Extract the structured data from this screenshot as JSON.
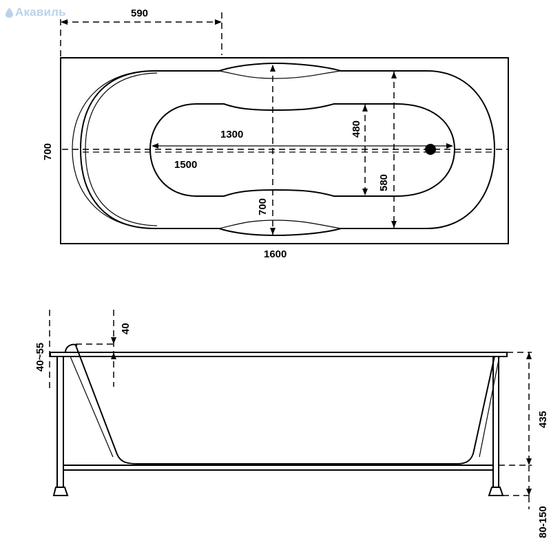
{
  "brand": {
    "name": "Акавиль",
    "color": "#b9d3ec",
    "icon": "drop-icon"
  },
  "top_view": {
    "overall_length": "1600",
    "overall_width": "700",
    "offset_to_center": "590",
    "inner_length": "1500",
    "bowl_length": "1300",
    "depth_width": "700",
    "bowl_width": "480",
    "rim_width": "580"
  },
  "side_view": {
    "rim_height": "40~55",
    "rim_thickness": "40",
    "tub_height": "435",
    "leg_height": "80-150"
  }
}
